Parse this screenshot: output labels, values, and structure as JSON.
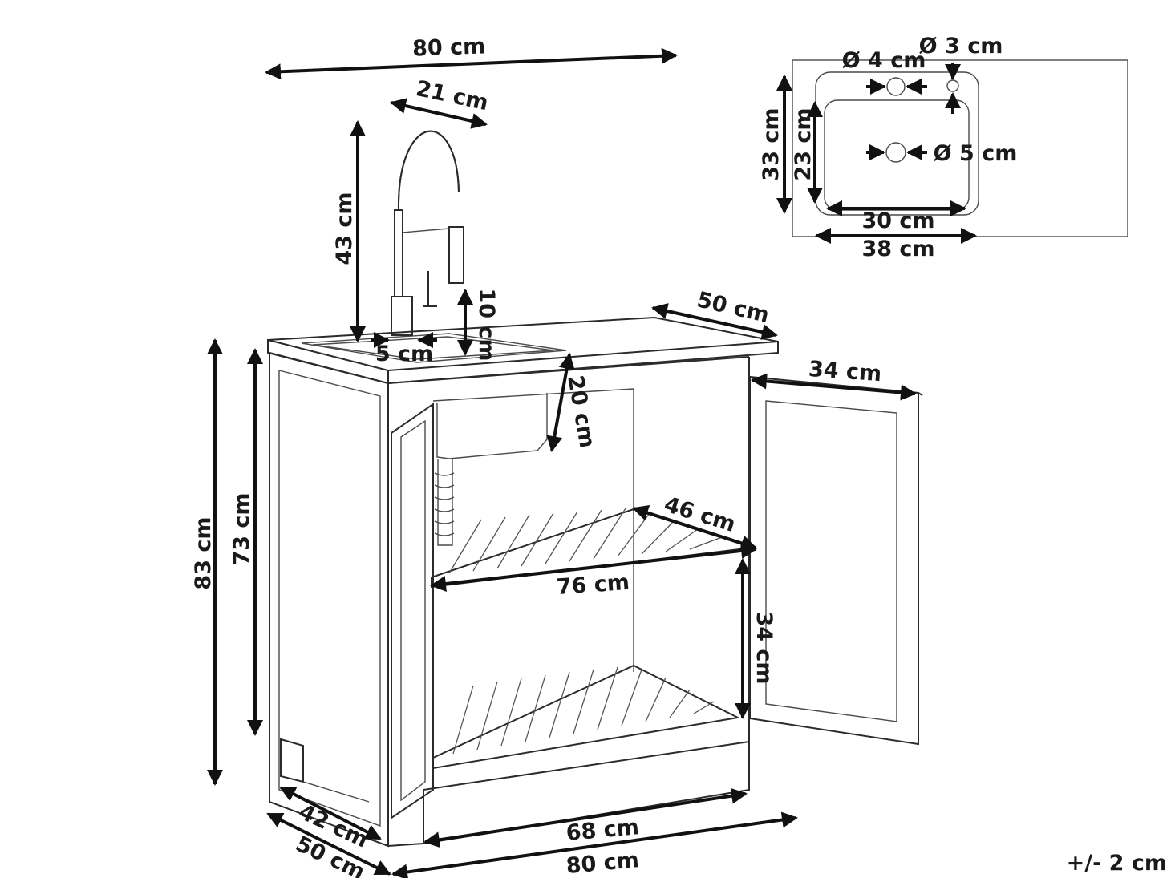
{
  "dimensions": {
    "top_width": "80 cm",
    "faucet_reach": "21 cm",
    "faucet_height": "43 cm",
    "faucet_spout": "10 cm",
    "faucet_base": "5 cm",
    "depth_top": "50 cm",
    "sink_depth": "20 cm",
    "door_width": "34 cm",
    "shelf_depth": "46 cm",
    "shelf_width": "76 cm",
    "shelf_gap": "34 cm",
    "total_height": "83 cm",
    "body_height": "73 cm",
    "inner_width": "68 cm",
    "bottom_width": "80 cm",
    "inner_depth": "42 cm",
    "bottom_depth": "50 cm",
    "hole_tap": "Ø 4 cm",
    "hole_small": "Ø 3 cm",
    "hole_drain": "Ø 5 cm",
    "basin_outer_depth": "33 cm",
    "basin_inner_depth": "23 cm",
    "basin_inner_width": "30 cm",
    "basin_outer_width": "38 cm"
  },
  "tolerance": "+/- 2 cm"
}
